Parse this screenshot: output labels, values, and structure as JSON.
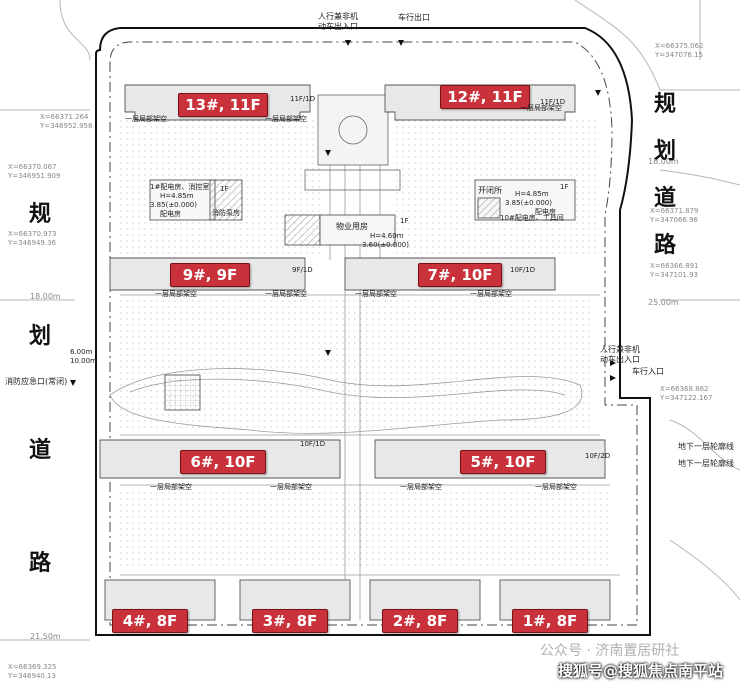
{
  "buildings": [
    {
      "id": "b13",
      "label": "13#, 11F",
      "floors_note": "11F/1D"
    },
    {
      "id": "b12",
      "label": "12#, 11F",
      "floors_note": "11F/1D"
    },
    {
      "id": "b9",
      "label": "9#, 9F",
      "floors_note": "9F/1D"
    },
    {
      "id": "b7",
      "label": "7#, 10F",
      "floors_note": "10F/1D"
    },
    {
      "id": "b6",
      "label": "6#, 10F",
      "floors_note": "10F/1D"
    },
    {
      "id": "b5",
      "label": "5#, 10F",
      "floors_note": "10F/2D"
    },
    {
      "id": "b4",
      "label": "4#, 8F",
      "floors_note": "8F"
    },
    {
      "id": "b3",
      "label": "3#, 8F",
      "floors_note": "8F"
    },
    {
      "id": "b2",
      "label": "2#, 8F",
      "floors_note": "8F"
    },
    {
      "id": "b1",
      "label": "1#, 8F",
      "floors_note": "8F"
    }
  ],
  "roads": {
    "left": [
      "规",
      "划",
      "道",
      "路"
    ],
    "right": [
      "规",
      "划",
      "道",
      "路"
    ]
  },
  "annotations": {
    "ped_entrance_top": "人行兼非机",
    "ped_entrance_top_2": "动车出入口",
    "car_exit_top": "车行出口",
    "ped_entrance_right": "人行兼非机",
    "ped_entrance_right_2": "动车出入口",
    "car_entrance_right": "车行入口",
    "fire_entrance_left": "消防应急口(常闭)",
    "underground_line_1": "地下一层轮廓线",
    "underground_line_2": "地下一层轮廓线",
    "partial_overhead": "一层局部架空",
    "power_room_left": "1#配电房、消控室",
    "power_room_left_h": "H=4.85m",
    "power_room_left_elev": "3.85(±0.000)",
    "power_room_left_name": "配电房",
    "power_room_left_floor": "1F",
    "pump_room": "消防泵房",
    "property_room": "物业用房",
    "property_floor": "1F",
    "property_h": "H=4.60m",
    "property_elev": "3.60(±0.000)",
    "switch_room": "开闭所",
    "power_room_right_h": "H=4.85m",
    "power_room_right_floor": "1F",
    "power_room_right_note": "10#配电房、工具间",
    "power_room_right_elev": "3.85(±0.000)",
    "power_room_right_name": "配电房",
    "dim_1800": "18.00m",
    "dim_2500": "25.00m",
    "dim_2150": "21.50m",
    "dim_600": "6.00m",
    "dim_1000": "10.00m",
    "coord_1": "X=66371.264",
    "coord_1b": "Y=346952.958",
    "coord_2": "X=66370.067",
    "coord_2b": "Y=346951.909",
    "coord_3": "X=66370.973",
    "coord_3b": "Y=346949.36",
    "coord_4": "X=66375.062",
    "coord_4b": "Y=347076.15",
    "coord_5": "X=66371.879",
    "coord_5b": "Y=347066.96",
    "coord_6": "X=66368.862",
    "coord_6b": "Y=347122.167",
    "coord_7": "X=66366.891",
    "coord_7b": "Y=347101.93",
    "coord_8": "X=66369.325",
    "coord_8b": "Y=346940.13",
    "stair_10f": "10F/1D"
  },
  "watermarks": {
    "wechat": "公众号 · 济南置居研社",
    "sohu": "搜狐号@搜狐焦点南平站"
  },
  "colors": {
    "label_bg": "#c9323b",
    "boundary": "#111111",
    "line": "#9a9a9a",
    "hatch": "#8a8a8a"
  }
}
